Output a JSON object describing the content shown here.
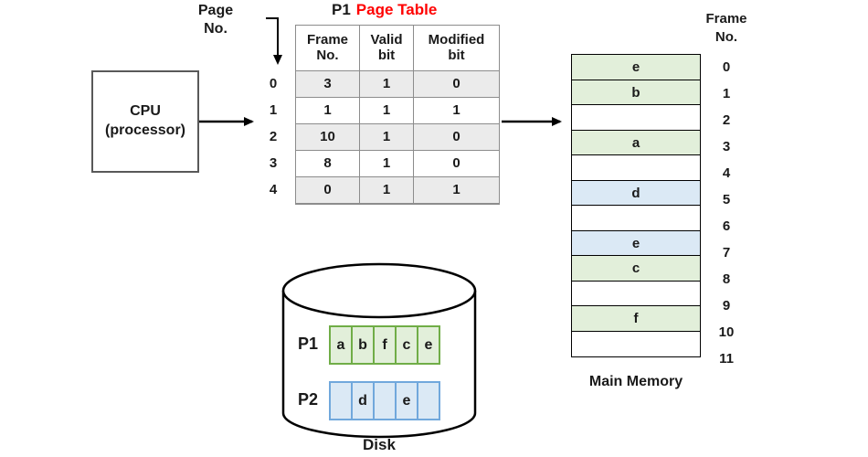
{
  "page_no_label": {
    "line1": "Page",
    "line2": "No."
  },
  "cpu": {
    "line1": "CPU",
    "line2": "(processor)"
  },
  "page_table": {
    "title_prefix": "P1",
    "title": "Page Table",
    "columns": [
      {
        "line1": "Frame",
        "line2": "No."
      },
      {
        "line1": "Valid",
        "line2": "bit"
      },
      {
        "line1": "Modified",
        "line2": "bit"
      }
    ],
    "rows": [
      {
        "page": "0",
        "frame": "3",
        "valid": "1",
        "modified": "0"
      },
      {
        "page": "1",
        "frame": "1",
        "valid": "1",
        "modified": "1"
      },
      {
        "page": "2",
        "frame": "10",
        "valid": "1",
        "modified": "0"
      },
      {
        "page": "3",
        "frame": "8",
        "valid": "1",
        "modified": "0"
      },
      {
        "page": "4",
        "frame": "0",
        "valid": "1",
        "modified": "1"
      }
    ]
  },
  "main_memory": {
    "label": "Main Memory",
    "frame_no_label": {
      "line1": "Frame",
      "line2": "No."
    },
    "frames": [
      {
        "no": "0",
        "content": "e",
        "color": "green"
      },
      {
        "no": "1",
        "content": "b",
        "color": "green"
      },
      {
        "no": "2",
        "content": "",
        "color": ""
      },
      {
        "no": "3",
        "content": "a",
        "color": "green"
      },
      {
        "no": "4",
        "content": "",
        "color": ""
      },
      {
        "no": "5",
        "content": "d",
        "color": "blue"
      },
      {
        "no": "6",
        "content": "",
        "color": ""
      },
      {
        "no": "7",
        "content": "e",
        "color": "blue"
      },
      {
        "no": "8",
        "content": "c",
        "color": "green"
      },
      {
        "no": "9",
        "content": "",
        "color": ""
      },
      {
        "no": "10",
        "content": "f",
        "color": "green"
      },
      {
        "no": "11",
        "content": "",
        "color": ""
      }
    ]
  },
  "disk": {
    "label": "Disk",
    "pages": [
      {
        "label": "P1",
        "color": "green",
        "cells": [
          "a",
          "b",
          "f",
          "c",
          "e"
        ]
      },
      {
        "label": "P2",
        "color": "blue",
        "cells": [
          "",
          "d",
          "",
          "e",
          ""
        ]
      }
    ]
  },
  "colors": {
    "title_red": "#ff0000",
    "green_fill": "#e2efda",
    "green_border": "#70ad47",
    "blue_fill": "#dbe9f5",
    "blue_border": "#71a8dc",
    "table_shade": "#ebebeb",
    "table_border": "#8c8c8c",
    "box_border": "#595959"
  }
}
